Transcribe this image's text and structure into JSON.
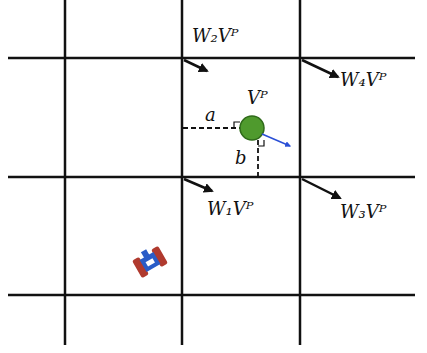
{
  "diagram": {
    "labels": [
      "W₂Vᴾ",
      "W₄Vᴾ",
      "Vᴾ",
      "a",
      "b",
      "W₁Vᴾ",
      "W₃Vᴾ"
    ]
  }
}
